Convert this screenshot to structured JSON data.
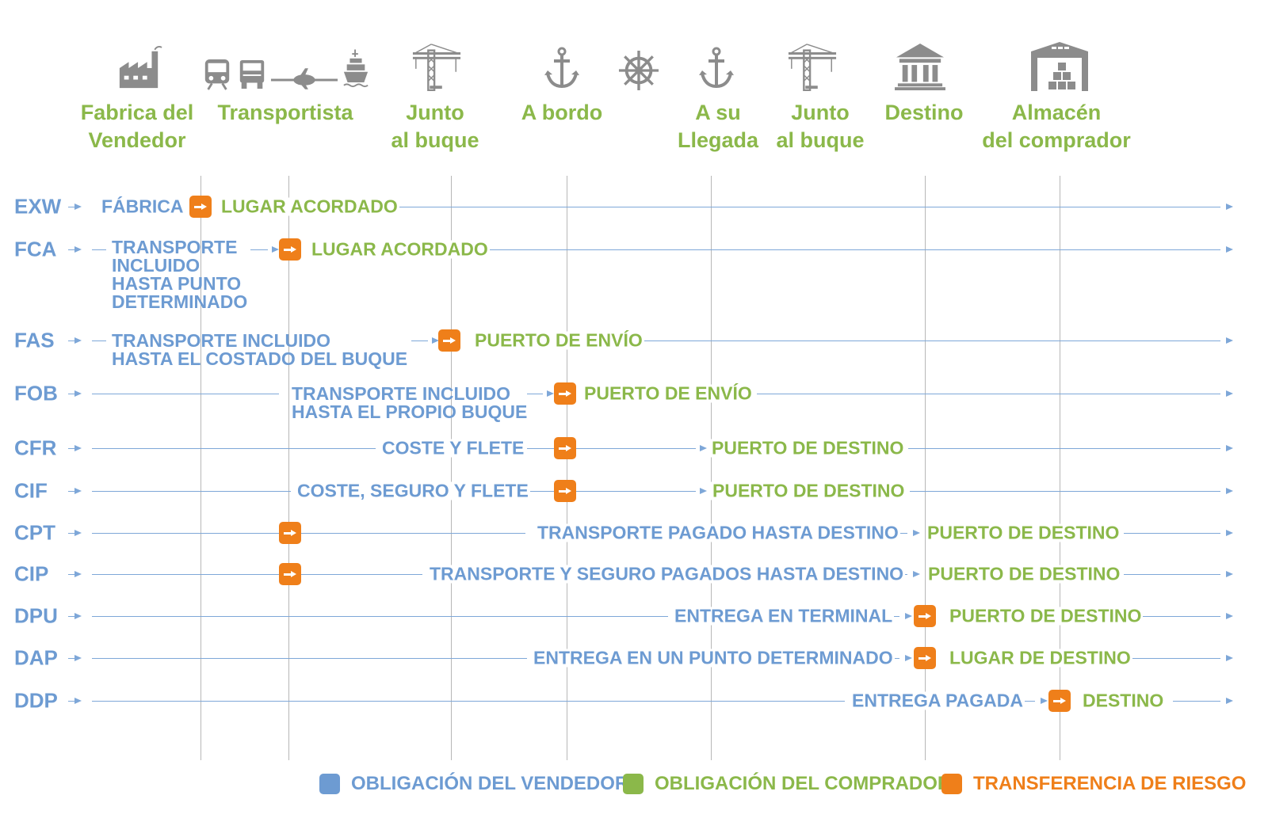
{
  "colors": {
    "seller": "#6d9bd2",
    "buyer": "#8bb84a",
    "risk": "#ef7f1a",
    "icon": "#8c8c8c",
    "gridline": "#b7b7b7"
  },
  "headers": [
    {
      "lines": [
        "Fabrica del",
        "Vendedor"
      ],
      "icons": [
        "factory-icon"
      ]
    },
    {
      "lines": [
        "Transportista"
      ],
      "icons": [
        "train-icon",
        "truck-icon",
        "airplane-icon",
        "ship-icon"
      ]
    },
    {
      "lines": [
        "Junto",
        "al buque"
      ],
      "icons": [
        "crane-icon"
      ]
    },
    {
      "lines": [
        "A bordo"
      ],
      "icons": [
        "anchor-icon",
        "ship-wheel-icon"
      ]
    },
    {
      "lines": [
        "A su",
        "Llegada"
      ],
      "icons": [
        "anchor-icon"
      ]
    },
    {
      "lines": [
        "Junto",
        "al buque"
      ],
      "icons": [
        "crane-icon"
      ]
    },
    {
      "lines": [
        "Destino"
      ],
      "icons": [
        "bank-building-icon"
      ]
    },
    {
      "lines": [
        "Almacén",
        "del comprador"
      ],
      "icons": [
        "warehouse-icon"
      ]
    }
  ],
  "rows": [
    {
      "code": "EXW",
      "seller": [
        "FÁBRICA"
      ],
      "buyer": [
        "LUGAR ACORDADO"
      ]
    },
    {
      "code": "FCA",
      "seller": [
        "TRANSPORTE",
        "INCLUIDO",
        "HASTA PUNTO",
        "DETERMINADO"
      ],
      "buyer": [
        "LUGAR ACORDADO"
      ]
    },
    {
      "code": "FAS",
      "seller": [
        "TRANSPORTE INCLUIDO",
        "HASTA EL COSTADO DEL BUQUE"
      ],
      "buyer": [
        "PUERTO DE ENVÍO"
      ]
    },
    {
      "code": "FOB",
      "seller": [
        "TRANSPORTE INCLUIDO",
        "HASTA EL PROPIO BUQUE"
      ],
      "buyer": [
        "PUERTO DE ENVÍO"
      ]
    },
    {
      "code": "CFR",
      "seller": [
        "COSTE Y FLETE"
      ],
      "buyer": [
        "PUERTO DE DESTINO"
      ]
    },
    {
      "code": "CIF",
      "seller": [
        "COSTE, SEGURO Y FLETE"
      ],
      "buyer": [
        "PUERTO DE DESTINO"
      ]
    },
    {
      "code": "CPT",
      "seller": [
        "TRANSPORTE PAGADO HASTA DESTINO"
      ],
      "buyer": [
        "PUERTO DE DESTINO"
      ]
    },
    {
      "code": "CIP",
      "seller": [
        "TRANSPORTE Y SEGURO PAGADOS HASTA DESTINO"
      ],
      "buyer": [
        "PUERTO DE DESTINO"
      ]
    },
    {
      "code": "DPU",
      "seller": [
        "ENTREGA EN TERMINAL"
      ],
      "buyer": [
        "PUERTO DE DESTINO"
      ]
    },
    {
      "code": "DAP",
      "seller": [
        "ENTREGA EN UN PUNTO DETERMINADO"
      ],
      "buyer": [
        "LUGAR DE DESTINO"
      ]
    },
    {
      "code": "DDP",
      "seller": [
        "ENTREGA PAGADA"
      ],
      "buyer": [
        "DESTINO"
      ]
    }
  ],
  "legend": [
    {
      "label": "OBLIGACIÓN DEL VENDEDOR",
      "color": "#6d9bd2"
    },
    {
      "label": "OBLIGACIÓN DEL COMPRADOR",
      "color": "#8bb84a"
    },
    {
      "label": "TRANSFERENCIA DE RIESGO",
      "color": "#ef7f1a"
    }
  ]
}
